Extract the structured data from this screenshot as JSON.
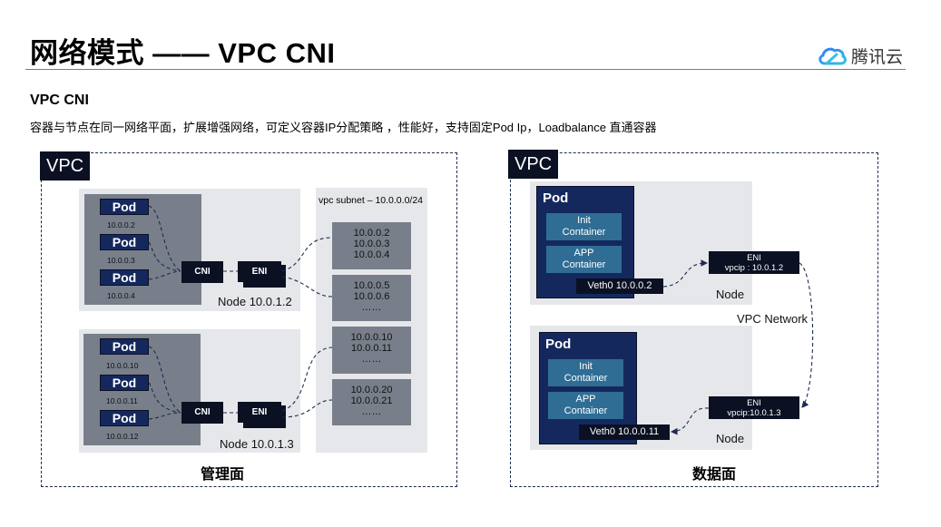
{
  "header": {
    "title": "网络模式 —— VPC CNI",
    "logo_text": "腾讯云",
    "logo_icon": "tencent-cloud-icon"
  },
  "intro": {
    "subtitle": "VPC CNI",
    "description": "容器与节点在同一网络平面，扩展增强网络，可定义容器IP分配策略 ，性能好，支持固定Pod Ip，Loadbalance 直通容器"
  },
  "management_plane": {
    "vpc_label": "VPC",
    "caption": "管理面",
    "nodes": [
      {
        "label": "Node 10.0.1.2",
        "pods": [
          {
            "label": "Pod",
            "ip": "10.0.0.2"
          },
          {
            "label": "Pod",
            "ip": "10.0.0.3"
          },
          {
            "label": "Pod",
            "ip": "10.0.0.4"
          }
        ],
        "cni_label": "CNI",
        "eni_label": "ENI"
      },
      {
        "label": "Node 10.0.1.3",
        "pods": [
          {
            "label": "Pod",
            "ip": "10.0.0.10"
          },
          {
            "label": "Pod",
            "ip": "10.0.0.11"
          },
          {
            "label": "Pod",
            "ip": "10.0.0.12"
          }
        ],
        "cni_label": "CNI",
        "eni_label": "ENI"
      }
    ],
    "subnet": {
      "label": "vpc subnet – 10.0.0.0/24",
      "groups": [
        [
          "10.0.0.2",
          "10.0.0.3",
          "10.0.0.4"
        ],
        [
          "10.0.0.5",
          "10.0.0.6",
          "……"
        ],
        [
          "10.0.0.10",
          "10.0.0.11",
          "……"
        ],
        [
          "10.0.0.20",
          "10.0.0.21",
          "……"
        ]
      ]
    }
  },
  "data_plane": {
    "vpc_label": "VPC",
    "caption": "数据面",
    "network_label": "VPC Network",
    "nodes": [
      {
        "label": "Node",
        "pod_title": "Pod",
        "init_container": [
          "Init",
          "Container"
        ],
        "app_container": [
          "APP",
          "Container"
        ],
        "veth": "Veth0 10.0.0.2",
        "eni_title": "ENI",
        "eni_ip": "vpcip : 10.0.1.2"
      },
      {
        "label": "Node",
        "pod_title": "Pod",
        "init_container": [
          "Init",
          "Container"
        ],
        "app_container": [
          "APP",
          "Container"
        ],
        "veth": "Veth0 10.0.0.11",
        "eni_title": "ENI",
        "eni_ip": "vpcip:10.0.1.3"
      }
    ]
  },
  "colors": {
    "dark_navy": "#0b1023",
    "pod_blue": "#14285e",
    "container_blue": "#2f6d95",
    "node_gray": "#e6e7ea",
    "pod_area_gray": "#787f8a",
    "dash_line": "#1d2b4f"
  }
}
